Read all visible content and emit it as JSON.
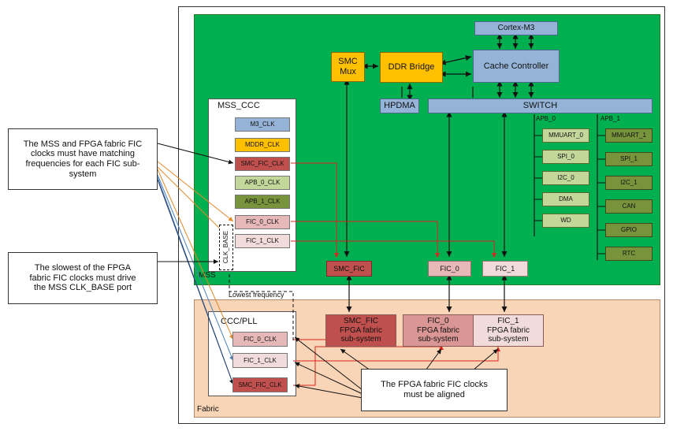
{
  "colors": {
    "green": "#00b050",
    "fabric": "#f9d5b8",
    "blue": "#95b3d7",
    "orange": "#ffc000",
    "green_clk": "#c4d79b",
    "olive": "#77933c",
    "smc": "#c0504d",
    "fic0": "#e6b8b7",
    "fic1": "#f2dcdb",
    "sub_smc": "#c0504d",
    "sub_fic0": "#d99694",
    "sub_fic1": "#f2dcdb",
    "red_line": "#d9251d",
    "orange_line": "#e08a2c",
    "blue_line": "#4f81bd"
  },
  "mss": {
    "label": "MSS",
    "cortex": "Cortex-M3",
    "cache": "Cache Controller",
    "ddr": "DDR Bridge",
    "smc_mux": [
      "SMC",
      "Mux"
    ],
    "hpdma": "HPDMA",
    "switch": "SWITCH",
    "apb0": "APB_0",
    "apb1": "APB_1",
    "apb0_periph": [
      "MMUART_0",
      "SPI_0",
      "I2C_0",
      "DMA",
      "WD"
    ],
    "apb1_periph": [
      "MMUART_1",
      "SPI_1",
      "I2C_1",
      "CAN",
      "GPIO",
      "RTC"
    ],
    "fic": {
      "smc": "SMC_FIC",
      "fic0": "FIC_0",
      "fic1": "FIC_1"
    }
  },
  "mss_ccc": {
    "title": "MSS_CCC",
    "clocks": [
      "M3_CLK",
      "MDDR_CLK",
      "SMC_FIC_CLK",
      "APB_0_CLK",
      "APB_1_CLK",
      "FIC_0_CLK",
      "FIC_1_CLK"
    ],
    "clk_base": "CLK_BASE"
  },
  "fabric": {
    "label": "Fabric",
    "ccc_title": "CCC/PLL",
    "clocks": [
      "FIC_0_CLK",
      "FIC_1_CLK",
      "SMC_FIC_CLK"
    ],
    "lowest": "Lowest frequency",
    "subsystems": [
      [
        "SMC_FIC",
        "FPGA fabric",
        "sub-system"
      ],
      [
        "FIC_0",
        "FPGA fabric",
        "sub-system"
      ],
      [
        "FIC_1",
        "FPGA fabric",
        "sub-system"
      ]
    ]
  },
  "callouts": {
    "c1": [
      "The MSS and FPGA fabric FIC",
      "clocks must have matching",
      "frequencies for each FIC sub-",
      "system"
    ],
    "c2": [
      "The slowest of the FPGA",
      "fabric FIC clocks must drive",
      "the MSS CLK_BASE port"
    ],
    "c3": [
      "The FPGA fabric FIC clocks",
      "must be aligned"
    ]
  }
}
